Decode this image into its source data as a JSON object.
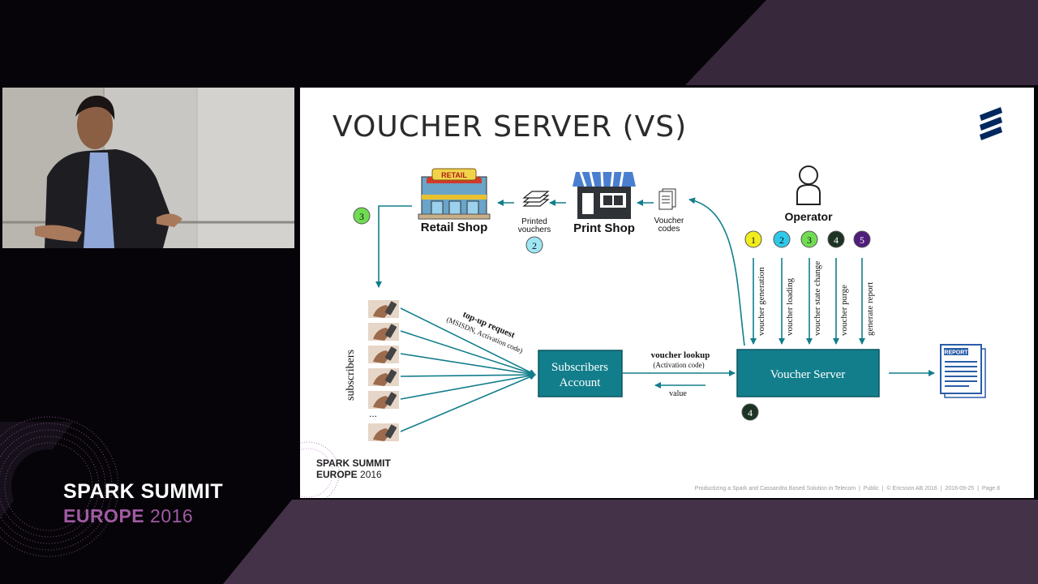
{
  "slide": {
    "title": "VOUCHER SERVER (VS)",
    "footer": [
      "Productizing  a Spark and Cassandra Based Solution  in Telecom",
      "Public",
      "© Ericsson AB 2016",
      "2016-09-25",
      "Page 8"
    ],
    "logo": {
      "line1": "SPARK SUMMIT",
      "line2_word": "EUROPE",
      "line2_year": "2016"
    }
  },
  "event_branding": {
    "line1": "SPARK SUMMIT",
    "line2_word": "EUROPE",
    "line2_year": "2016"
  },
  "diagram": {
    "nodes": {
      "retail_shop": "Retail Shop",
      "retail_sign": "RETAIL",
      "printed_vouchers_line1": "Printed",
      "printed_vouchers_line2": "vouchers",
      "print_shop": "Print Shop",
      "voucher_codes_line1": "Voucher",
      "voucher_codes_line2": "codes",
      "operator": "Operator",
      "subscribers": "subscribers",
      "ellipsis": "...",
      "subscribers_account_line1": "Subscribers",
      "subscribers_account_line2": "Account",
      "voucher_server": "Voucher Server",
      "report": "REPORT"
    },
    "edges": {
      "topup_request": "top-up request",
      "topup_params": "(MSISDN, Activation code)",
      "voucher_lookup": "voucher lookup",
      "activation_code": "(Activation code)",
      "value": "value"
    },
    "operations": [
      {
        "num": "1",
        "label": "voucher generation",
        "color": "#f2ec1c"
      },
      {
        "num": "2",
        "label": "voucher loading",
        "color": "#2ec9ea"
      },
      {
        "num": "3",
        "label": "voucher state change",
        "color": "#6fdc52"
      },
      {
        "num": "4",
        "label": "voucher purge",
        "color": "#1d3323"
      },
      {
        "num": "5",
        "label": "generate report",
        "color": "#4e1e7a"
      }
    ],
    "markers": {
      "printed": "2",
      "retail": "3",
      "server": "4"
    },
    "colors": {
      "teal": "#127e8c",
      "text": "#111111"
    }
  },
  "colors": {
    "event_accent": "#a05aa3",
    "background": "#060408"
  }
}
